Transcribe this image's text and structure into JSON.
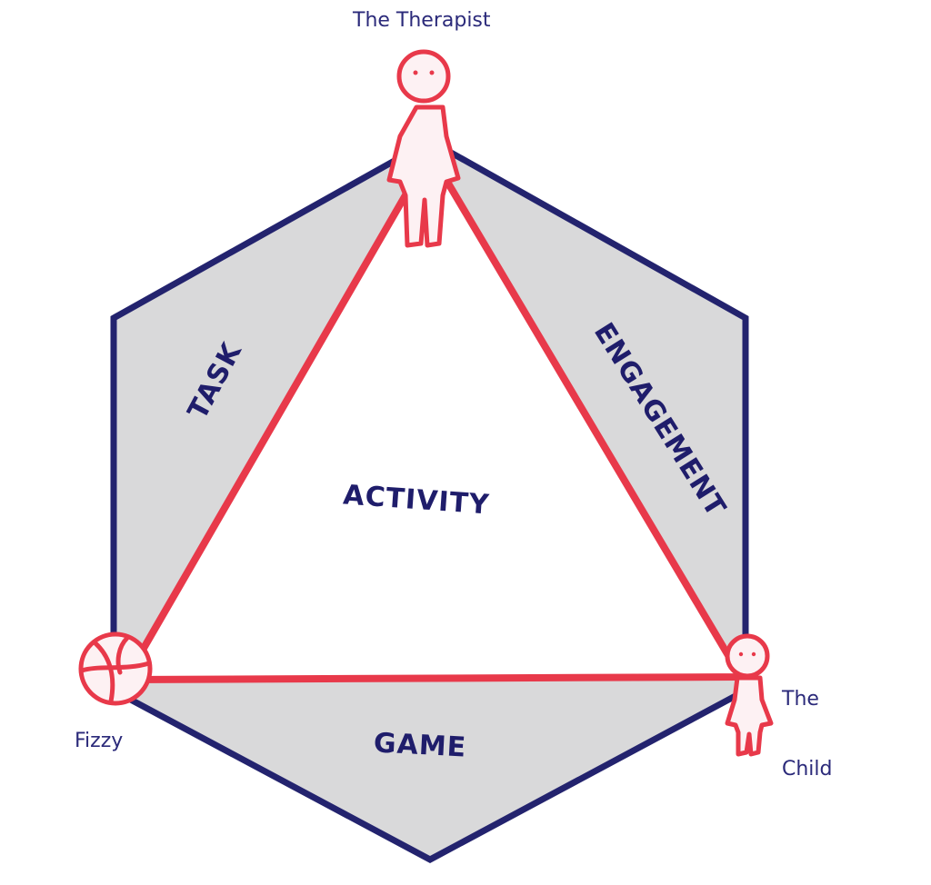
{
  "actors": {
    "therapist": "The Therapist",
    "fizzy": "Fizzy",
    "child_line1": "The",
    "child_line2": "Child"
  },
  "regions": {
    "center": "ACTIVITY",
    "left_side": "TASK",
    "right_side": "ENGAGEMENT",
    "bottom_side": "GAME"
  },
  "colors": {
    "hexagon_stroke": "#23236e",
    "hexagon_fill": "#d9d9da",
    "triangle_stroke": "#e8394a",
    "figure_fill": "#fdf1f3",
    "text": "#2b2a7a"
  }
}
